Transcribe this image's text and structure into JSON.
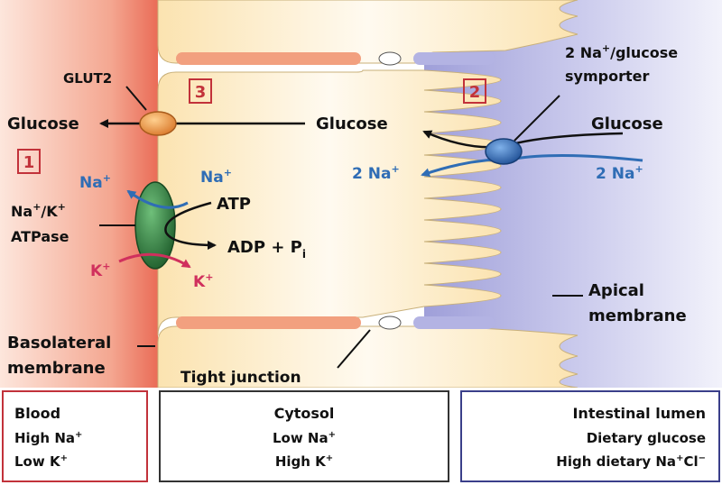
{
  "diagram": {
    "labels": {
      "glut2": "GLUT2",
      "glucose_blood": "Glucose",
      "glucose_cytosol": "Glucose",
      "glucose_lumen": "Glucose",
      "symporter_line1_a": "2 Na",
      "symporter_line1_sup": "+",
      "symporter_line1_b": "/glucose",
      "symporter_line2": "symporter",
      "na_left_base": "Na",
      "na_left_sup": "+",
      "na_right_base": "Na",
      "na_right_sup": "+",
      "nak_line1_a": "Na",
      "nak_line1_sup1": "+",
      "nak_line1_b": "/K",
      "nak_line1_sup2": "+",
      "nak_line2": "ATPase",
      "atp": "ATP",
      "adp_base": "ADP + P",
      "adp_sub": "i",
      "k_left_base": "K",
      "k_left_sup": "+",
      "k_right_base": "K",
      "k_right_sup": "+",
      "two_na_cytosol_base": "2 Na",
      "two_na_cytosol_sup": "+",
      "two_na_lumen_base": "2 Na",
      "two_na_lumen_sup": "+",
      "apical_line1": "Apical",
      "apical_line2": "membrane",
      "basolateral_line1": "Basolateral",
      "basolateral_line2": "membrane",
      "tight_junction": "Tight junction"
    },
    "step_numbers": [
      "1",
      "2",
      "3"
    ],
    "colors": {
      "blood": "#ee7760",
      "cytosol": "#fbe9bf",
      "lumen": "#aeaee0",
      "glut2": "#e99a45",
      "pump": "#2f7a3e",
      "symporter": "#2f6db5",
      "sodium": "#2f6db5",
      "potassium": "#d0305d",
      "step_box": "#c2323a",
      "blood_panel_border": "#c2323a",
      "cytosol_panel_border": "#333333",
      "lumen_panel_border": "#3a3f8a"
    }
  },
  "panels": {
    "blood": {
      "title": "Blood",
      "line1_base": "High Na",
      "line1_sup": "+",
      "line2_base": "Low K",
      "line2_sup": "+"
    },
    "cytosol": {
      "title": "Cytosol",
      "line1_base": "Low Na",
      "line1_sup": "+",
      "line2_base": "High K",
      "line2_sup": "+"
    },
    "lumen": {
      "title": "Intestinal lumen",
      "line1": "Dietary glucose",
      "line2_base": "High dietary Na",
      "line2_sup1": "+",
      "line2_mid": "Cl",
      "line2_sup2": "−"
    }
  }
}
